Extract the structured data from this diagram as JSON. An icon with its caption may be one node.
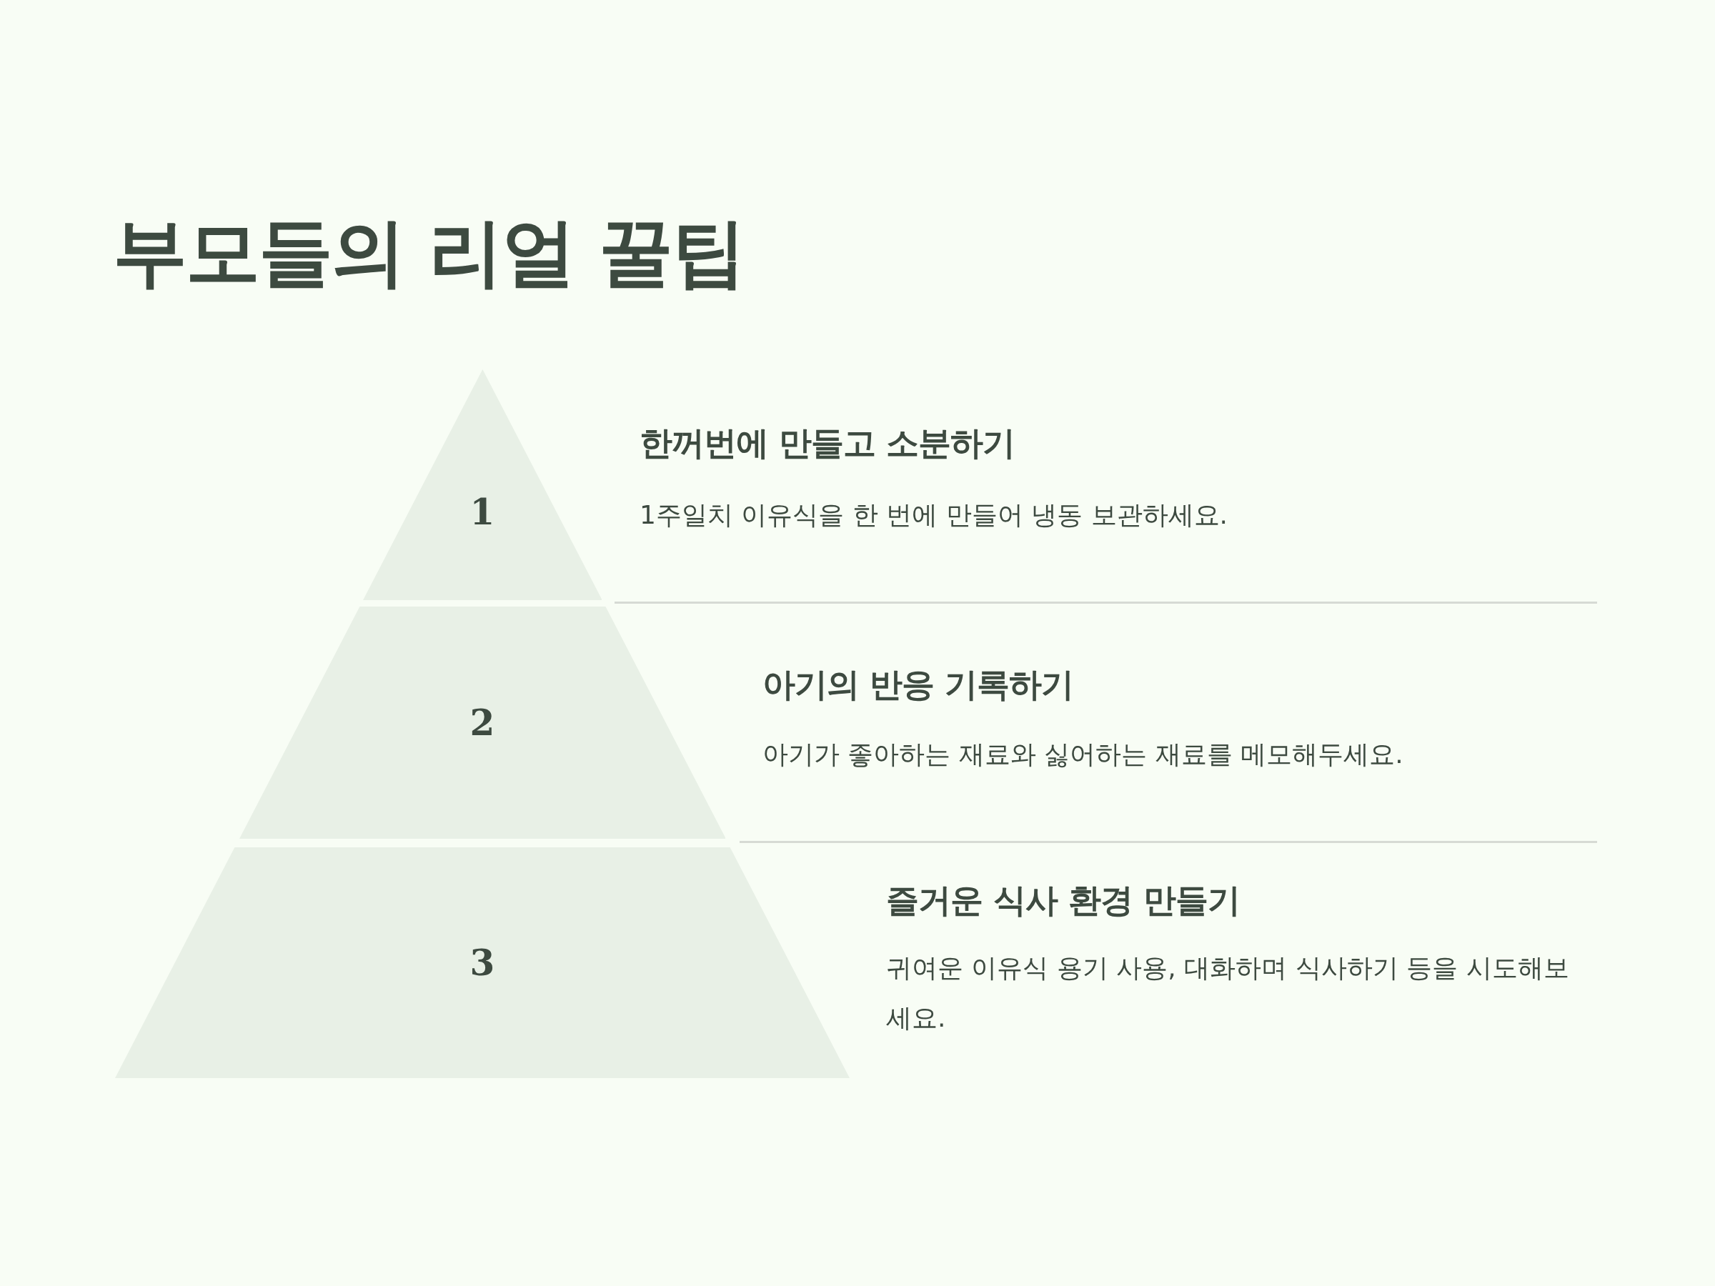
{
  "diagram": {
    "title": "부모들의 리얼 꿀팁",
    "nodes": [
      {
        "text": [
          "1"
        ],
        "beside": [
          "한꺼번에 만들고 소분하기",
          "1주일치 이유식을 한 번에 만들어 냉동 보관하세요."
        ]
      },
      {
        "text": [
          "2"
        ],
        "beside": [
          "아기의 반응 기록하기",
          "아기가 좋아하는 재료와 싫어하는 재료를 메모해두세요."
        ]
      },
      {
        "text": [
          "3"
        ],
        "beside": [
          "즐거운 식사 환경 만들기",
          "귀여운 이유식 용기 사용, 대화하며 식사하기 등을 시도해보세요."
        ]
      }
    ]
  }
}
